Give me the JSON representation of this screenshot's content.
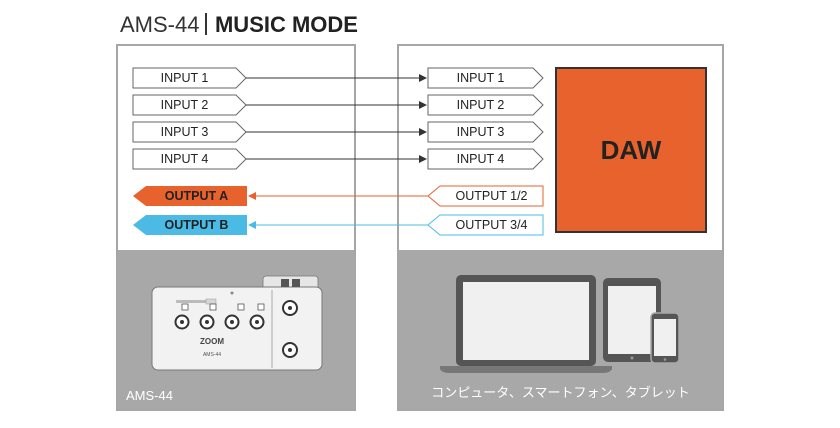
{
  "title": {
    "model": "AMS-44",
    "mode": "MUSIC MODE"
  },
  "left_panel": {
    "label": "AMS-44"
  },
  "right_panel": {
    "label": "コンピュータ、スマートフォン、タブレット"
  },
  "inputs_left": [
    "INPUT 1",
    "INPUT 2",
    "INPUT 3",
    "INPUT 4"
  ],
  "inputs_right": [
    "INPUT 1",
    "INPUT 2",
    "INPUT 3",
    "INPUT 4"
  ],
  "outputs_left": [
    {
      "label": "OUTPUT A",
      "color": "#e8622d"
    },
    {
      "label": "OUTPUT B",
      "color": "#4bbbe6"
    }
  ],
  "outputs_right": [
    "OUTPUT 1/2",
    "OUTPUT 3/4"
  ],
  "daw": {
    "label": "DAW",
    "color": "#e8622d"
  },
  "device": {
    "brand": "ZOOM",
    "model": "AMS-44"
  }
}
